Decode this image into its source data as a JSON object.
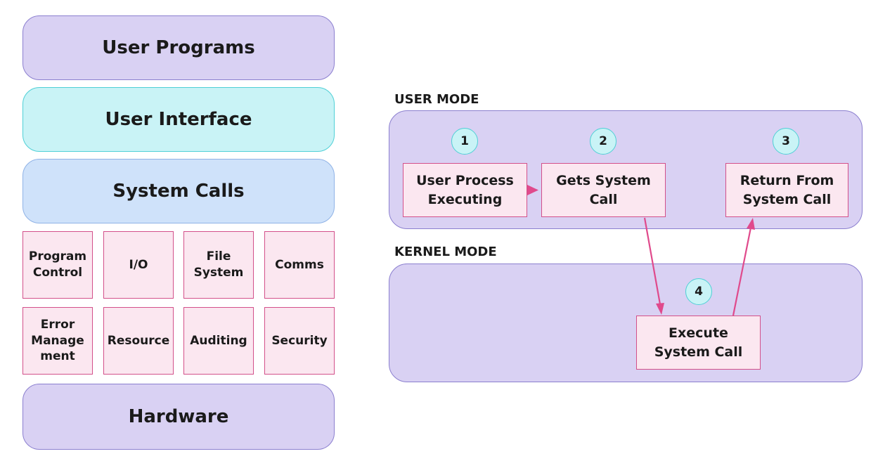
{
  "layers": {
    "user_programs": "User Programs",
    "user_interface": "User Interface",
    "system_calls": "System Calls",
    "hardware": "Hardware"
  },
  "categories": {
    "row1": [
      {
        "line1": "Program",
        "line2": "Control"
      },
      {
        "line1": "I/O",
        "line2": ""
      },
      {
        "line1": "File",
        "line2": "System"
      },
      {
        "line1": "Comms",
        "line2": ""
      }
    ],
    "row2": [
      {
        "line1": "Error",
        "line2": "Manage",
        "line3": "ment"
      },
      {
        "line1": "Resource"
      },
      {
        "line1": "Auditing"
      },
      {
        "line1": "Security"
      }
    ]
  },
  "modes": {
    "user_mode": "USER MODE",
    "kernel_mode": "KERNEL MODE"
  },
  "steps": [
    {
      "number": "1",
      "line1": "User Process",
      "line2": "Executing"
    },
    {
      "number": "2",
      "line1": "Gets System",
      "line2": "Call"
    },
    {
      "number": "3",
      "line1": "Return From",
      "line2": "System Call"
    },
    {
      "number": "4",
      "line1": "Execute",
      "line2": "System Call"
    }
  ],
  "colors": {
    "arrow": "#e04a8c",
    "box_border": "#d3508a",
    "box_fill": "#fbe7f0",
    "panel_fill": "#d9d1f3",
    "badge_fill": "#c9f3f6"
  }
}
